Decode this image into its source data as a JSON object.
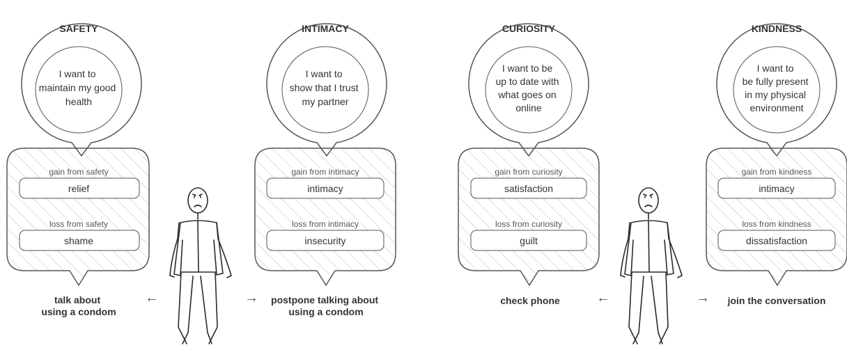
{
  "panels": [
    {
      "value_name": "SAFETY",
      "want": [
        "I want to",
        "maintain my good",
        "health"
      ],
      "gain_label": "gain from safety",
      "gain_value": "relief",
      "loss_label": "loss from safety",
      "loss_value": "shame"
    },
    {
      "value_name": "INTIMACY",
      "want": [
        "I want to",
        "show that I trust",
        "my partner"
      ],
      "gain_label": "gain from intimacy",
      "gain_value": "intimacy",
      "loss_label": "loss from intimacy",
      "loss_value": "insecurity"
    },
    {
      "value_name": "CURIOSITY",
      "want": [
        "I want to be",
        "up to date with",
        "what goes on",
        "online"
      ],
      "gain_label": "gain from curiosity",
      "gain_value": "satisfaction",
      "loss_label": "loss from curiosity",
      "loss_value": "guilt"
    },
    {
      "value_name": "KINDNESS",
      "want": [
        "I want to",
        "be fully present",
        "in my physical",
        "environment"
      ],
      "gain_label": "gain from kindness",
      "gain_value": "intimacy",
      "loss_label": "loss from kindness",
      "loss_value": "dissatisfaction"
    }
  ],
  "actions": [
    [
      "talk about",
      "using a condom"
    ],
    [
      "postpone talking about",
      "using a condom"
    ],
    [
      "check phone"
    ],
    [
      "join the conversation"
    ]
  ],
  "arrows": {
    "left": "←",
    "right": "→"
  },
  "colors": {
    "stroke": "#555555",
    "hatch": "#c4c4c4",
    "text": "#333333",
    "label": "#555555"
  }
}
